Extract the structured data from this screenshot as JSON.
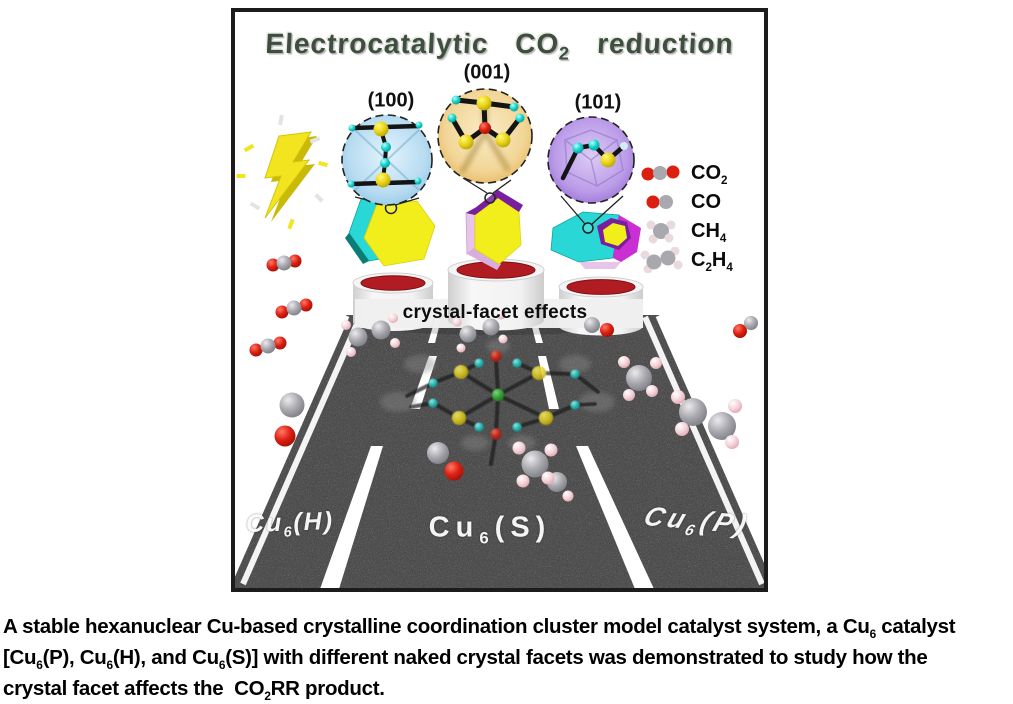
{
  "figure": {
    "title": [
      {
        "t": "Electrocatalytic CO"
      },
      {
        "t": "2",
        "sub": true
      },
      {
        "t": " reduction"
      }
    ],
    "facet_labels": {
      "f100": "(100)",
      "f001": "(001)",
      "f101": "(101)"
    },
    "legend": {
      "co2": [
        {
          "t": "CO"
        },
        {
          "t": "2",
          "sub": true
        }
      ],
      "co": [
        {
          "t": "CO"
        }
      ],
      "ch4": [
        {
          "t": "CH"
        },
        {
          "t": "4",
          "sub": true
        }
      ],
      "c2h4": [
        {
          "t": "C"
        },
        {
          "t": "2",
          "sub": true
        },
        {
          "t": "H"
        },
        {
          "t": "4",
          "sub": true
        }
      ]
    },
    "podium_label": "crystal-facet effects",
    "road_labels": {
      "left": [
        {
          "t": "Cu"
        },
        {
          "t": "6",
          "sub": true
        },
        {
          "t": "(H)"
        }
      ],
      "middle": [
        {
          "t": "Cu"
        },
        {
          "t": "6",
          "sub": true
        },
        {
          "t": "(S)"
        }
      ],
      "right": [
        {
          "t": "Cu"
        },
        {
          "t": "6",
          "sub": true
        },
        {
          "t": "(P)"
        }
      ]
    }
  },
  "caption": {
    "line1": [
      {
        "t": "A stable hexanuclear Cu-based crystalline coordination cluster model catalyst system, a Cu"
      },
      {
        "t": "6",
        "sub": true
      },
      {
        "t": " catalyst"
      }
    ],
    "line2": [
      {
        "t": "[Cu"
      },
      {
        "t": "6",
        "sub": true
      },
      {
        "t": "(P), Cu"
      },
      {
        "t": "6",
        "sub": true
      },
      {
        "t": "(H), and Cu"
      },
      {
        "t": "6",
        "sub": true
      },
      {
        "t": "(S)] with different naked crystal facets was demonstrated to study how the"
      }
    ],
    "line3": [
      {
        "t": "crystal facet affects the  CO"
      },
      {
        "t": "2",
        "sub": true
      },
      {
        "t": "RR product."
      }
    ]
  },
  "colors": {
    "title_text": "#3f4e3f",
    "label_text": "#101010",
    "facet_100_circle": "#aed7ef",
    "facet_001_circle": "#eec57e",
    "facet_101_circle": "#b595e3",
    "crystal_yellow": "#f2ee1c",
    "crystal_cyan": "#29d8d6",
    "crystal_magenta": "#cb2fd3",
    "crystal_purple": "#7a1ea0",
    "crystal_pink": "#e9c4ea",
    "podium_red": "#b01c22",
    "podium_white": "#efefef",
    "road_gray": "#4f4f4f",
    "lane_line_white": "#ffffff",
    "carbon_gray": "#9c9ca2",
    "oxygen_red": "#dd1f12",
    "hydrogen_pink": "#f3d0d6",
    "copper_yellow": "#e8d319",
    "nitrogen_cyan": "#17d2cc",
    "cluster_center_green": "#2eb82e",
    "lightning_yellow": "#f2e41f"
  }
}
